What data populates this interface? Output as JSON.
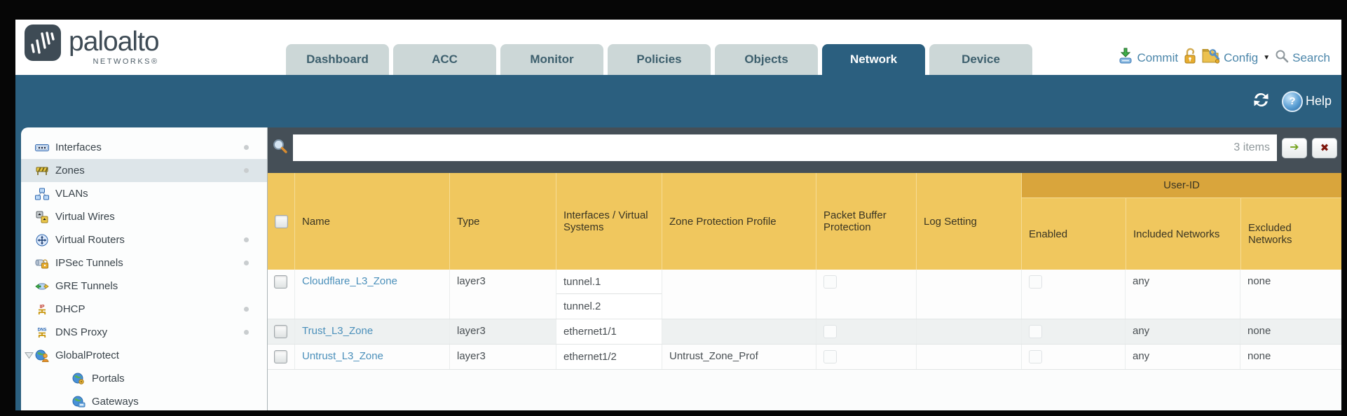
{
  "logo": {
    "brand": "paloalto",
    "subtext": "NETWORKS®"
  },
  "tabs": [
    {
      "label": "Dashboard",
      "active": false
    },
    {
      "label": "ACC",
      "active": false
    },
    {
      "label": "Monitor",
      "active": false
    },
    {
      "label": "Policies",
      "active": false
    },
    {
      "label": "Objects",
      "active": false
    },
    {
      "label": "Network",
      "active": true
    },
    {
      "label": "Device",
      "active": false
    }
  ],
  "topbar_actions": {
    "commit": "Commit",
    "config": "Config",
    "search": "Search",
    "caret": "▼"
  },
  "banner": {
    "help": "Help",
    "help_glyph": "?"
  },
  "sidebar": {
    "items": [
      {
        "label": "Interfaces",
        "icon": "interfaces-icon",
        "selected": false,
        "dot": true
      },
      {
        "label": "Zones",
        "icon": "zones-icon",
        "selected": true,
        "dot": true
      },
      {
        "label": "VLANs",
        "icon": "vlans-icon",
        "selected": false,
        "dot": false
      },
      {
        "label": "Virtual Wires",
        "icon": "virtual-wires-icon",
        "selected": false,
        "dot": false
      },
      {
        "label": "Virtual Routers",
        "icon": "virtual-routers-icon",
        "selected": false,
        "dot": true
      },
      {
        "label": "IPSec Tunnels",
        "icon": "ipsec-tunnels-icon",
        "selected": false,
        "dot": true
      },
      {
        "label": "GRE Tunnels",
        "icon": "gre-tunnels-icon",
        "selected": false,
        "dot": false
      },
      {
        "label": "DHCP",
        "icon": "dhcp-icon",
        "selected": false,
        "dot": true
      },
      {
        "label": "DNS Proxy",
        "icon": "dns-proxy-icon",
        "selected": false,
        "dot": true
      },
      {
        "label": "GlobalProtect",
        "icon": "globalprotect-icon",
        "selected": false,
        "dot": false,
        "expanded": true
      },
      {
        "label": "Portals",
        "icon": "portals-icon",
        "selected": false,
        "dot": false,
        "child": true
      },
      {
        "label": "Gateways",
        "icon": "gateways-icon",
        "selected": false,
        "dot": false,
        "child": true
      }
    ]
  },
  "filter": {
    "items_count": "3 items",
    "go_glyph": "➔",
    "clear_glyph": "✖"
  },
  "table": {
    "group_header": "User-ID",
    "columns": [
      "Name",
      "Type",
      "Interfaces / Virtual Systems",
      "Zone Protection Profile",
      "Packet Buffer Protection",
      "Log Setting",
      "Enabled",
      "Included Networks",
      "Excluded Networks"
    ],
    "rows": [
      {
        "name": "Cloudflare_L3_Zone",
        "type": "layer3",
        "interfaces": [
          "tunnel.1",
          "tunnel.2"
        ],
        "zone_protection_profile": "",
        "log_setting": "",
        "included_networks": "any",
        "excluded_networks": "none"
      },
      {
        "name": "Trust_L3_Zone",
        "type": "layer3",
        "interfaces": [
          "ethernet1/1"
        ],
        "zone_protection_profile": "",
        "log_setting": "",
        "included_networks": "any",
        "excluded_networks": "none"
      },
      {
        "name": "Untrust_L3_Zone",
        "type": "layer3",
        "interfaces": [
          "ethernet1/2"
        ],
        "zone_protection_profile": "Untrust_Zone_Prof",
        "log_setting": "",
        "included_networks": "any",
        "excluded_networks": "none"
      }
    ]
  },
  "colors": {
    "banner_teal": "#2b5f7f",
    "tab_inactive": "#ccd7d7",
    "content_slate": "#454f57",
    "header_orange": "#f0c75e",
    "group_orange": "#d9a53c",
    "link_blue": "#4a8fba",
    "go_green": "#76a41f",
    "clear_red": "#7d150b",
    "selected_item_bg": "#dde5e9"
  }
}
